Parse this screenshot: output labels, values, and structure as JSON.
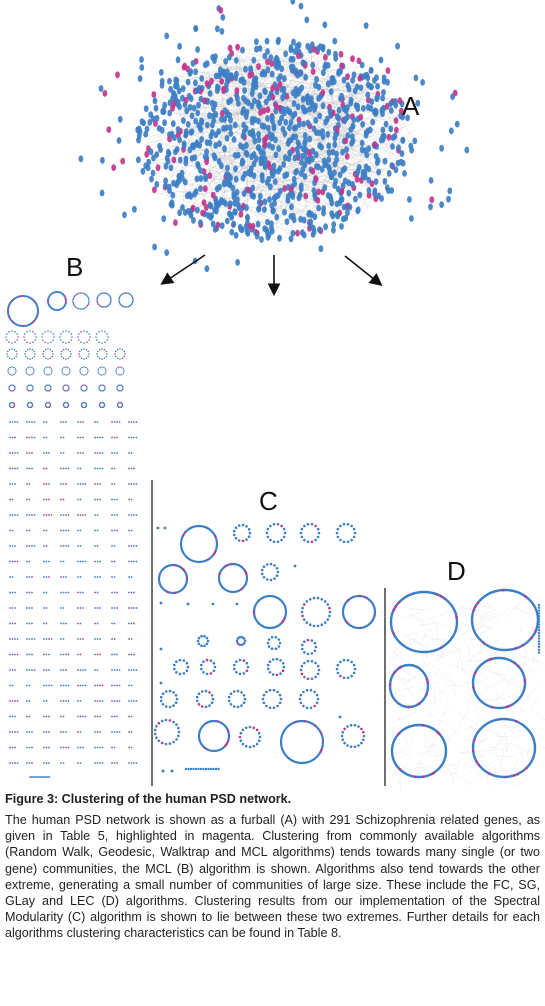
{
  "figure": {
    "panel_labels": {
      "a": "A",
      "b": "B",
      "c": "C",
      "d": "D"
    },
    "colors": {
      "node_blue": "#3d7fc4",
      "node_magenta": "#c2368c",
      "edge_grey": "#b8b8b8",
      "frame_black": "#111111"
    },
    "icons": [
      "arrow-down-left-icon",
      "arrow-down-icon",
      "arrow-down-right-icon"
    ]
  },
  "caption": {
    "title": "Figure 3: Clustering of the human PSD network.",
    "body": "The human PSD network is shown as a furball (A) with 291 Schizophrenia related genes, as given in Table 5, highlighted in magenta. Clustering from commonly available algorithms (Random Walk, Geodesic, Walktrap and MCL algorithms) tends towards many single (or two gene) communities, the MCL (B) algorithm is shown. Algorithms also tend towards the other extreme, generating a small number of communities of large size. These include the FC, SG, GLay and LEC (D) algorithms. Clustering results from our implementation of the Spectral Modularity (C) algorithm is shown to lie between these two extremes. Further details for each algorithms clustering characteristics can be found in Table 8."
  }
}
